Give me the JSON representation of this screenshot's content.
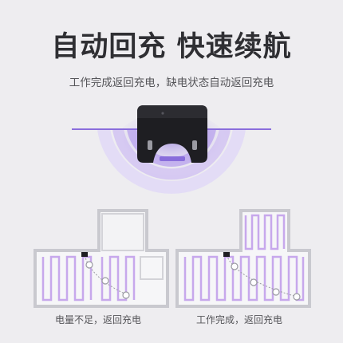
{
  "header": {
    "title": "自动回充 快速续航",
    "subtitle": "工作完成返回充电，缺电状态自动返回充电"
  },
  "floorplans": [
    {
      "caption": "电量不足，返回充电",
      "scenario": "low-battery"
    },
    {
      "caption": "工作完成，返回充电",
      "scenario": "work-complete"
    }
  ],
  "colors": {
    "background": "#eeedf0",
    "accent": "#7b5cd6",
    "dock": "#1e1e22",
    "wall": "#c9c9cf",
    "path": "#c7a8ec"
  },
  "icons": [
    "charging-dock-icon",
    "signal-wave-icon",
    "robot-vacuum-icon"
  ]
}
